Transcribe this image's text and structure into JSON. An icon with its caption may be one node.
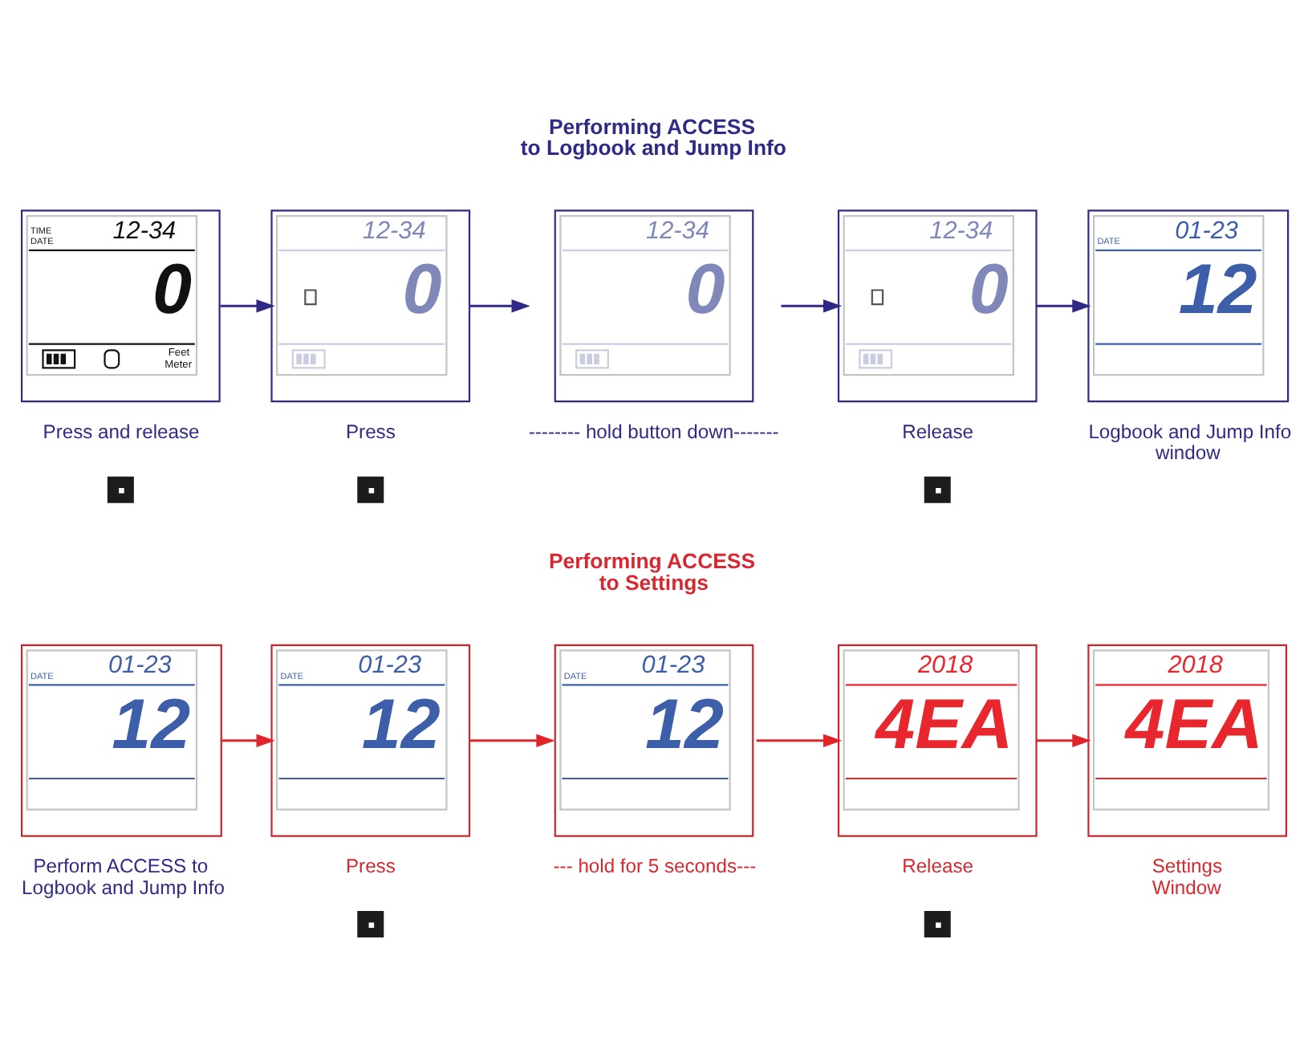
{
  "diagram": {
    "nodes": [
      {
        "text": [
          "TIME",
          "DATE",
          "12-34",
          "0",
          "Feet Meter"
        ],
        "beside": [
          "Press and release"
        ]
      },
      {
        "text": [
          "12-34",
          "0"
        ],
        "beside": [
          "Press"
        ]
      },
      {
        "text": [
          "12-34",
          "0"
        ],
        "beside": [
          "-------- hold button down-------"
        ]
      },
      {
        "text": [
          "12-34",
          "0"
        ],
        "beside": [
          "Release"
        ]
      },
      {
        "text": [
          "DATE",
          "01-23",
          "12"
        ],
        "beside": [
          "Logbook and Jump Info window"
        ]
      },
      {
        "text": [
          "DATE",
          "01-23",
          "12"
        ],
        "beside": [
          "Perform ACCESS to Logbook and Jump Info"
        ]
      },
      {
        "text": [
          "DATE",
          "01-23",
          "12"
        ],
        "beside": [
          "Press"
        ]
      },
      {
        "text": [
          "DATE",
          "01-23",
          "12"
        ],
        "beside": [
          "--- hold for 5 seconds---"
        ]
      },
      {
        "text": [
          "2018",
          "4EA"
        ],
        "beside": [
          "Release"
        ]
      },
      {
        "text": [
          "2018",
          "4EA"
        ],
        "beside": [
          "Settings Window"
        ]
      }
    ],
    "edges": [
      {
        "from": 0,
        "to": 1,
        "arrow": "to",
        "color": "#2e2a85"
      },
      {
        "from": 1,
        "to": 2,
        "arrow": "to",
        "color": "#2e2a85"
      },
      {
        "from": 2,
        "to": 3,
        "arrow": "to",
        "color": "#2e2a85"
      },
      {
        "from": 3,
        "to": 4,
        "arrow": "to",
        "color": "#2e2a85"
      },
      {
        "from": 5,
        "to": 6,
        "arrow": "to",
        "color": "#e0262a"
      },
      {
        "from": 6,
        "to": 7,
        "arrow": "to",
        "color": "#e0262a"
      },
      {
        "from": 7,
        "to": 8,
        "arrow": "to",
        "color": "#e0262a"
      },
      {
        "from": 8,
        "to": 9,
        "arrow": "to",
        "color": "#e0262a"
      }
    ],
    "labels": [
      "Performing ACCESS to Logbook and Jump Info",
      "Performing ACCESS to Settings"
    ]
  }
}
